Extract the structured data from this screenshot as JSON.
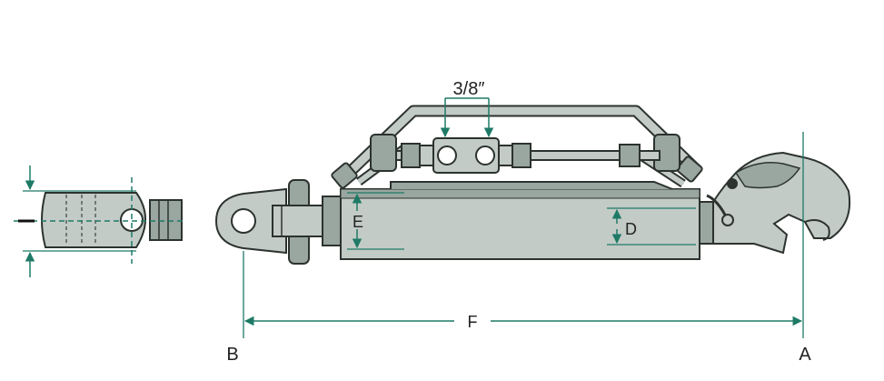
{
  "labels": {
    "thread": "3/8″",
    "dim_e": "E",
    "dim_d": "D",
    "dim_f": "F",
    "end_a": "A",
    "end_b": "B"
  },
  "colors": {
    "body": "#c3cbc6",
    "body_dark": "#9aa6a0",
    "outline": "#2c332f",
    "dimension": "#1e7a66",
    "label": "#222222"
  }
}
